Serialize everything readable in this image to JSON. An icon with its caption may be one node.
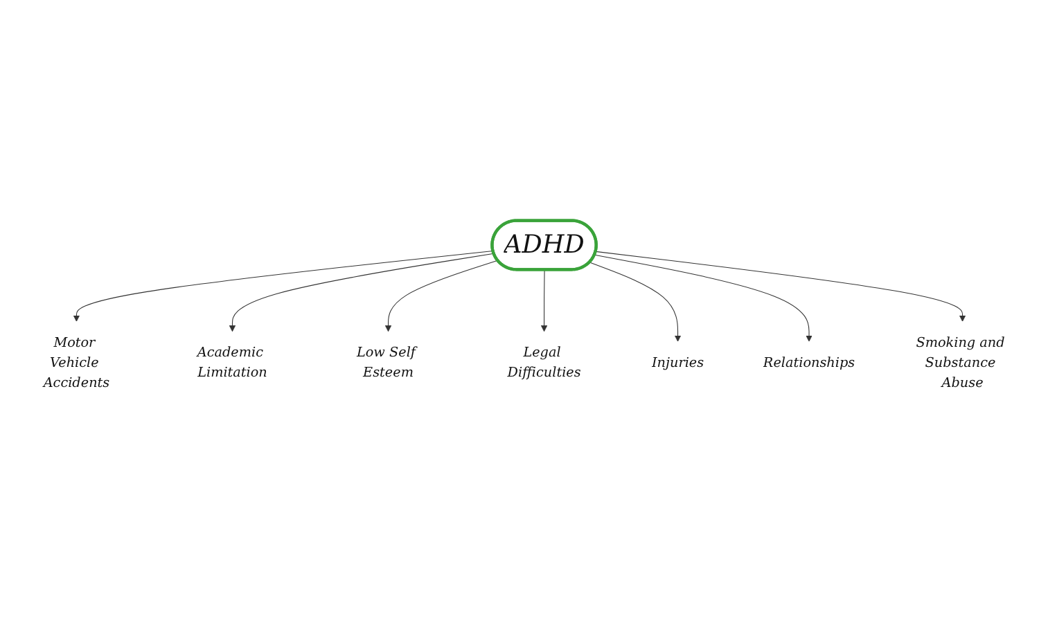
{
  "diagram": {
    "nodes": [
      {
        "text": [
          "ADHD"
        ]
      },
      {
        "text": [
          "Motor Vehicle Accidents"
        ]
      },
      {
        "text": [
          "Academic Limitation"
        ]
      },
      {
        "text": [
          "Low Self Esteem"
        ]
      },
      {
        "text": [
          "Legal Difficulties"
        ]
      },
      {
        "text": [
          "Injuries"
        ]
      },
      {
        "text": [
          "Relationships"
        ]
      },
      {
        "text": [
          "Smoking and Substance Abuse"
        ]
      }
    ],
    "edges": [
      {
        "from": 0,
        "to": 1,
        "arrow": "to"
      },
      {
        "from": 0,
        "to": 2,
        "arrow": "to"
      },
      {
        "from": 0,
        "to": 3,
        "arrow": "to"
      },
      {
        "from": 0,
        "to": 4,
        "arrow": "to"
      },
      {
        "from": 0,
        "to": 5,
        "arrow": "to"
      },
      {
        "from": 0,
        "to": 6,
        "arrow": "to"
      },
      {
        "from": 0,
        "to": 7,
        "arrow": "to"
      }
    ]
  }
}
